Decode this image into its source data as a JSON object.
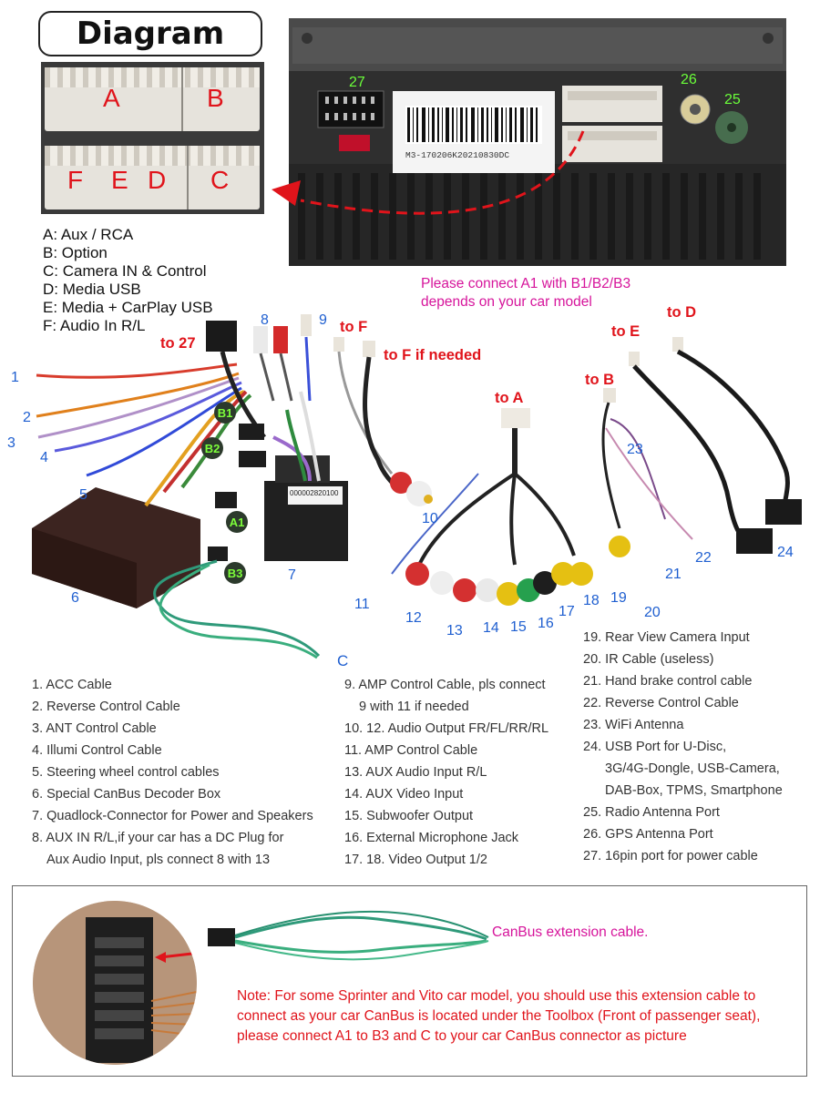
{
  "title": "Diagram",
  "connector_letters": [
    "A",
    "B",
    "F",
    "E",
    "D",
    "C"
  ],
  "legend": [
    "A: Aux / RCA",
    "B: Option",
    "C: Camera IN & Control",
    "D: Media USB",
    "E: Media + CarPlay USB",
    "F: Audio In R/L"
  ],
  "unit_labels": {
    "p27": "27",
    "p26": "26",
    "p25": "25",
    "serial": "M3-170206K20210830DC"
  },
  "connect_note": [
    "Please connect A1 with B1/B2/B3",
    "depends on your car model"
  ],
  "harness": {
    "to27": "to 27",
    "toF": "to F",
    "toFif": "to F if needed",
    "toA": "to A",
    "toB": "to B",
    "toE": "to E",
    "toD": "to D",
    "B1": "B1",
    "B2": "B2",
    "A1": "A1",
    "B3": "B3",
    "C": "C",
    "quadlock_code": "000002820100"
  },
  "numbers": [
    "1",
    "2",
    "3",
    "4",
    "5",
    "6",
    "7",
    "8",
    "9",
    "10",
    "11",
    "12",
    "13",
    "14",
    "15",
    "16",
    "17",
    "18",
    "19",
    "20",
    "21",
    "22",
    "23",
    "24"
  ],
  "list_left": [
    "1. ACC Cable",
    "2. Reverse Control Cable",
    "3. ANT Control Cable",
    "4. Illumi Control Cable",
    "5. Steering wheel control cables",
    "6. Special CanBus Decoder Box",
    "7. Quadlock-Connector for Power and Speakers",
    "8. AUX IN R/L,if your car has a DC Plug for",
    "Aux Audio Input, pls connect 8 with 13"
  ],
  "list_mid": [
    "9. AMP Control Cable, pls connect",
    "9 with 11 if needed",
    "10. 12. Audio Output FR/FL/RR/RL",
    "11. AMP Control Cable",
    "13. AUX Audio Input R/L",
    "14. AUX Video Input",
    "15. Subwoofer Output",
    "16. External Microphone Jack",
    "17. 18. Video Output 1/2"
  ],
  "list_right": [
    "19. Rear View Camera Input",
    "20. IR Cable (useless)",
    "21. Hand brake control cable",
    "22. Reverse Control Cable",
    "23. WiFi Antenna",
    "24. USB Port for U-Disc,",
    "3G/4G-Dongle, USB-Camera,",
    "DAB-Box, TPMS, Smartphone",
    "25. Radio Antenna Port",
    "26. GPS Antenna Port",
    "27. 16pin port for power cable"
  ],
  "canbus_label": "CanBus extension cable.",
  "note": "Note: For some Sprinter and Vito car model, you should use this extension cable to connect as your car CanBus is located under the Toolbox (Front of passenger seat), please connect A1 to B3 and C to your car CanBus connector as picture",
  "colors": {
    "accent_red": "#e0141b",
    "number_blue": "#1f5fd0",
    "magenta": "#d6149b",
    "label_green": "#7dff3a"
  }
}
